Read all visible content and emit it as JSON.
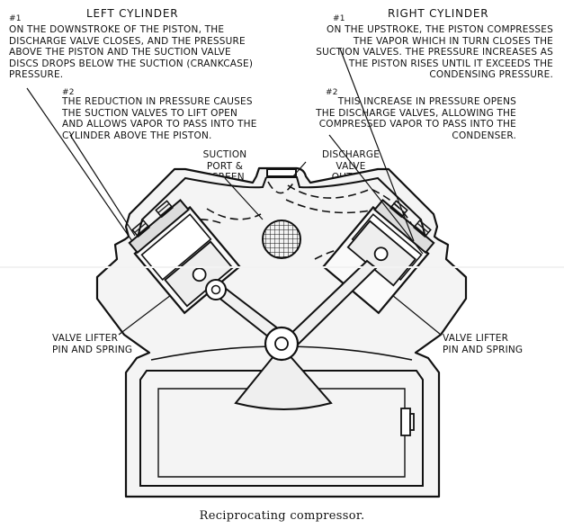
{
  "left_cylinder": {
    "title": "LEFT CYLINDER",
    "note1_number": "#1",
    "note1_text": "ON THE DOWNSTROKE OF THE PISTON, THE\nDISCHARGE VALVE CLOSES, AND THE PRESSURE\nABOVE THE PISTON AND THE SUCTION VALVE\nDISCS DROPS BELOW THE SUCTION (CRANKCASE)\nPRESSURE.",
    "note2_number": "#2",
    "note2_text": "THE REDUCTION IN PRESSURE CAUSES\nTHE SUCTION VALVES TO LIFT OPEN\nAND ALLOWS VAPOR TO PASS INTO THE\nCYLINDER ABOVE THE PISTON."
  },
  "right_cylinder": {
    "title": "RIGHT CYLINDER",
    "note1_number": "#1",
    "note1_text": "ON THE UPSTROKE, THE PISTON COMPRESSES\nTHE VAPOR WHICH IN TURN CLOSES THE\nSUCTION VALVES. THE PRESSURE INCREASES AS\nTHE PISTON RISES UNTIL IT EXCEEDS THE\nCONDENSING PRESSURE.",
    "note2_number": "#2",
    "note2_text": "THIS INCREASE IN PRESSURE OPENS\nTHE DISCHARGE VALVES, ALLOWING THE\nCOMPRESSED VAPOR TO PASS INTO THE\nCONDENSER."
  },
  "labels": {
    "suction_port": "SUCTION\nPORT &\nSCREEN",
    "discharge_outlet": "DISCHARGE\nVALVE\nOUTLET",
    "valve_lifter_left": "VALVE LIFTER\nPIN AND SPRING",
    "valve_lifter_right": "VALVE LIFTER\nPIN AND SPRING"
  },
  "caption": "Reciprocating compressor."
}
